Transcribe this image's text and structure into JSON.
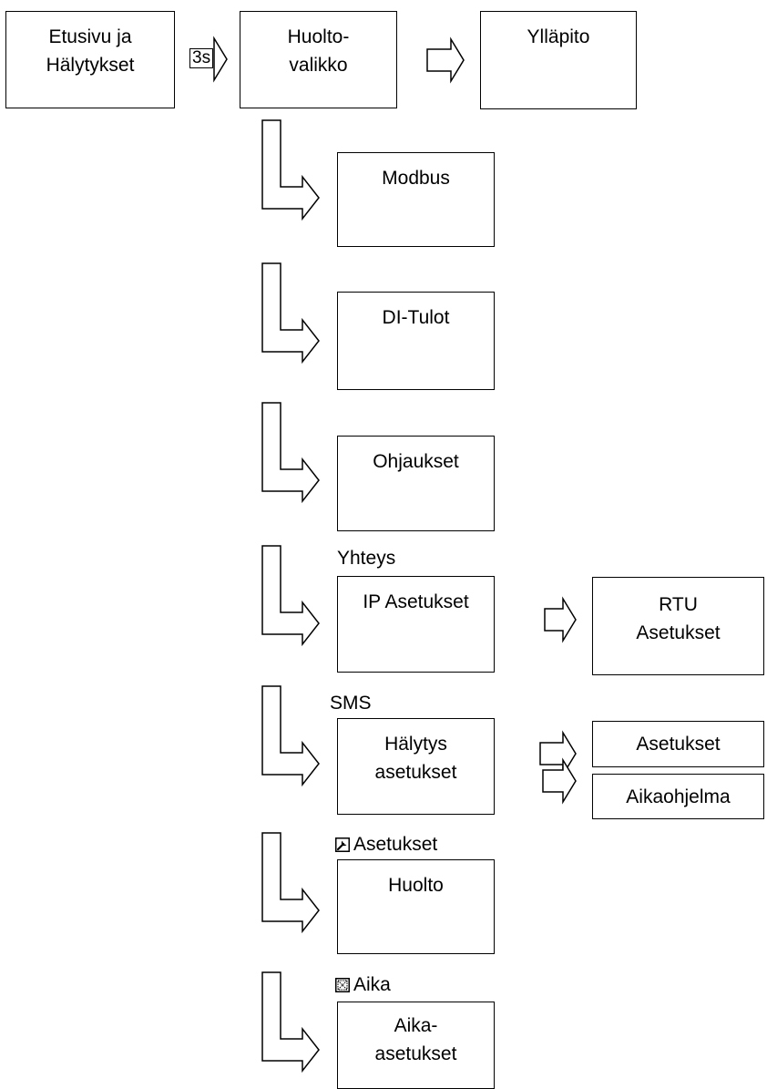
{
  "nodes": {
    "etusivu": "Etusivu ja\nHälytykset",
    "huoltovalikko": "Huolto-\nvalikko",
    "yllapito": "Ylläpito",
    "modbus": "Modbus",
    "di_tulot": "DI-Tulot",
    "ohjaukset": "Ohjaukset",
    "ip_asetukset": "IP Asetukset",
    "rtu_asetukset": "RTU\nAsetukset",
    "halytys_asetukset": "Hälytys\nasetukset",
    "sms_asetukset": "Asetukset",
    "aikaohjelma": "Aikaohjelma",
    "huolto": "Huolto",
    "aika_asetukset": "Aika-\nasetukset"
  },
  "captions": {
    "yhteys": "Yhteys",
    "sms": "SMS",
    "asetukset": "Asetukset",
    "aika": "Aika"
  },
  "long_press_label": "3s",
  "icons": {
    "asetukset_caption": "wrench-icon",
    "aika_caption": "calendar-icon"
  }
}
